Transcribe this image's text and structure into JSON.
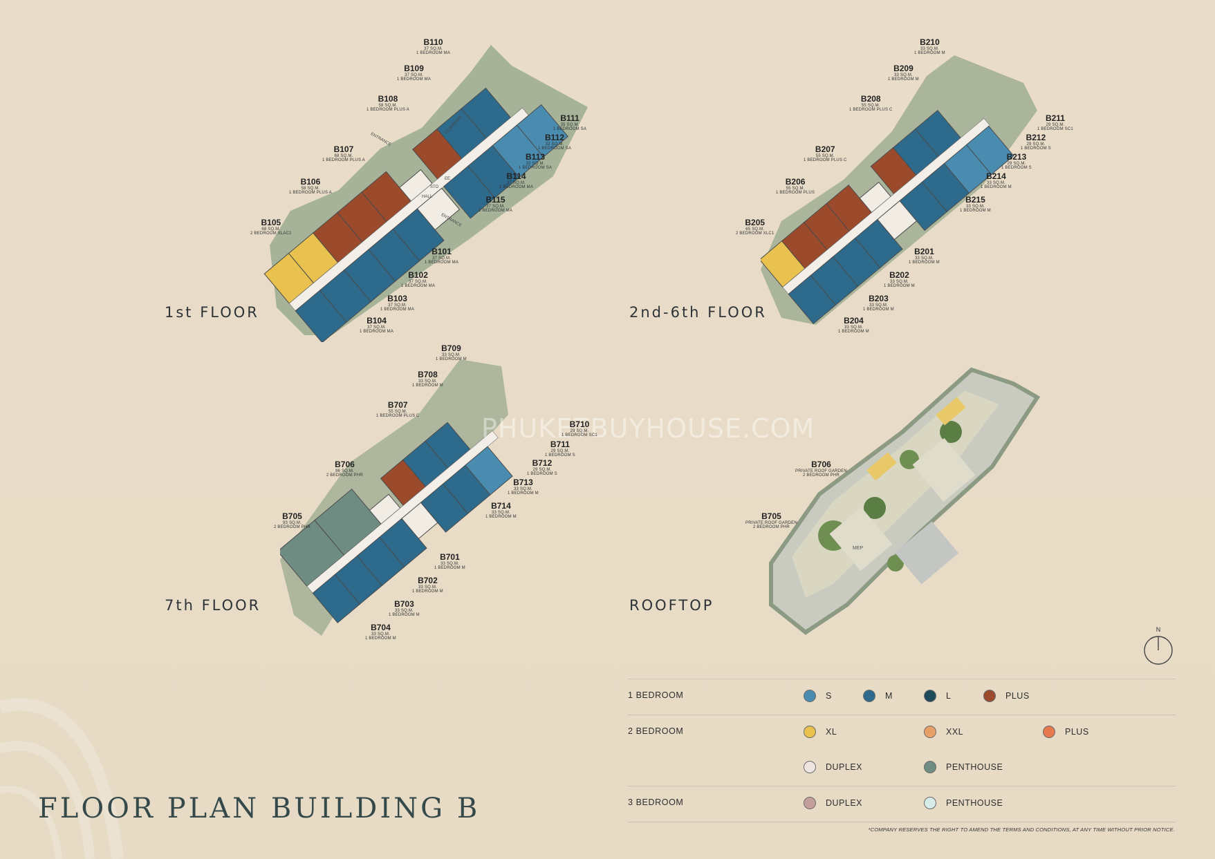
{
  "title": "FLOOR PLAN BUILDING B",
  "watermark": "PHUKETBUYHOUSE.COM",
  "floors": {
    "first": {
      "label": "1st FLOOR",
      "units": [
        {
          "code": "B110",
          "size": "37 SQ.M.",
          "type": "1 BEDROOM MA"
        },
        {
          "code": "B109",
          "size": "37 SQ.M.",
          "type": "1 BEDROOM MA"
        },
        {
          "code": "B108",
          "size": "58 SQ.M.",
          "type": "1 BEDROOM PLUS A"
        },
        {
          "code": "B107",
          "size": "68 SQ.M.",
          "type": "1 BEDROOM PLUS A"
        },
        {
          "code": "B106",
          "size": "58 SQ.M.",
          "type": "1 BEDROOM PLUS A"
        },
        {
          "code": "B105",
          "size": "68 SQ.M.",
          "type": "2 BEDROOM XLAC1"
        },
        {
          "code": "B111",
          "size": "35 SQ.M.",
          "type": "1 BEDROOM SA"
        },
        {
          "code": "B112",
          "size": "32 SQ.M.",
          "type": "1 BEDROOM SA"
        },
        {
          "code": "B113",
          "size": "32 SQ.M.",
          "type": "1 BEDROOM SA"
        },
        {
          "code": "B114",
          "size": "37 SQ.M.",
          "type": "1 BEDROOM MA"
        },
        {
          "code": "B115",
          "size": "37 SQ.M.",
          "type": "1 BEDROOM MA"
        },
        {
          "code": "B101",
          "size": "37 SQ.M.",
          "type": "1 BEDROOM MA"
        },
        {
          "code": "B102",
          "size": "37 SQ.M.",
          "type": "1 BEDROOM MA"
        },
        {
          "code": "B103",
          "size": "37 SQ.M.",
          "type": "1 BEDROOM MA"
        },
        {
          "code": "B104",
          "size": "37 SQ.M.",
          "type": "1 BEDROOM MA"
        }
      ]
    },
    "second": {
      "label": "2nd-6th FLOOR",
      "units": [
        {
          "code": "B210",
          "size": "33 SQ.M.",
          "type": "1 BEDROOM M"
        },
        {
          "code": "B209",
          "size": "33 SQ.M.",
          "type": "1 BEDROOM M"
        },
        {
          "code": "B208",
          "size": "55 SQ.M.",
          "type": "1 BEDROOM PLUS C"
        },
        {
          "code": "B207",
          "size": "55 SQ.M.",
          "type": "1 BEDROOM PLUS C"
        },
        {
          "code": "B206",
          "size": "55 SQ.M.",
          "type": "1 BEDROOM PLUS"
        },
        {
          "code": "B205",
          "size": "65 SQ.M.",
          "type": "2 BEDROOM XLC1"
        },
        {
          "code": "B211",
          "size": "29 SQ.M.",
          "type": "1 BEDROOM SC1"
        },
        {
          "code": "B212",
          "size": "29 SQ.M.",
          "type": "1 BEDROOM S"
        },
        {
          "code": "B213",
          "size": "29 SQ.M.",
          "type": "1 BEDROOM S"
        },
        {
          "code": "B214",
          "size": "33 SQ.M.",
          "type": "1 BEDROOM M"
        },
        {
          "code": "B215",
          "size": "33 SQ.M.",
          "type": "1 BEDROOM M"
        },
        {
          "code": "B201",
          "size": "33 SQ.M.",
          "type": "1 BEDROOM M"
        },
        {
          "code": "B202",
          "size": "33 SQ.M.",
          "type": "1 BEDROOM M"
        },
        {
          "code": "B203",
          "size": "33 SQ.M.",
          "type": "1 BEDROOM M"
        },
        {
          "code": "B204",
          "size": "33 SQ.M.",
          "type": "1 BEDROOM M"
        }
      ]
    },
    "seventh": {
      "label": "7th FLOOR",
      "units": [
        {
          "code": "B709",
          "size": "33 SQ.M.",
          "type": "1 BEDROOM M"
        },
        {
          "code": "B708",
          "size": "33 SQ.M.",
          "type": "1 BEDROOM M"
        },
        {
          "code": "B707",
          "size": "55 SQ.M.",
          "type": "1 BEDROOM PLUS C"
        },
        {
          "code": "B706",
          "size": "96 SQ.M.",
          "type": "2 BEDROOM PHR"
        },
        {
          "code": "B705",
          "size": "93 SQ.M.",
          "type": "2 BEDROOM PHR"
        },
        {
          "code": "B710",
          "size": "29 SQ.M.",
          "type": "1 BEDROOM SC1"
        },
        {
          "code": "B711",
          "size": "29 SQ.M.",
          "type": "1 BEDROOM S"
        },
        {
          "code": "B712",
          "size": "29 SQ.M.",
          "type": "1 BEDROOM S"
        },
        {
          "code": "B713",
          "size": "33 SQ.M.",
          "type": "1 BEDROOM M"
        },
        {
          "code": "B714",
          "size": "33 SQ.M.",
          "type": "1 BEDROOM M"
        },
        {
          "code": "B701",
          "size": "33 SQ.M.",
          "type": "1 BEDROOM M"
        },
        {
          "code": "B702",
          "size": "33 SQ.M.",
          "type": "1 BEDROOM M"
        },
        {
          "code": "B703",
          "size": "33 SQ.M.",
          "type": "1 BEDROOM M"
        },
        {
          "code": "B704",
          "size": "33 SQ.M.",
          "type": "1 BEDROOM M"
        }
      ]
    },
    "rooftop": {
      "label": "ROOFTOP",
      "mep": "MEP",
      "units": [
        {
          "code": "B706",
          "size": "PRIVATE ROOF GARDEN",
          "type": "2 BEDROOM PHR"
        },
        {
          "code": "B705",
          "size": "PRIVATE ROOF GARDEN",
          "type": "2 BEDROOM PHR"
        }
      ]
    }
  },
  "plan_labels": {
    "corridor": "CORRIDOR",
    "entrance": "ENTRANCE",
    "hall": "HALL",
    "sto": "STO",
    "ee": "EE"
  },
  "compass": {
    "label": "N"
  },
  "legend": {
    "rows": [
      {
        "category": "1 BEDROOM",
        "items": [
          {
            "label": "S",
            "color": "#4a8cb0"
          },
          {
            "label": "M",
            "color": "#2e6a8c"
          },
          {
            "label": "L",
            "color": "#1f4a5c"
          },
          {
            "label": "PLUS",
            "color": "#9b4a2c"
          }
        ]
      },
      {
        "category": "2 BEDROOM",
        "items": [
          {
            "label": "XL",
            "color": "#e8c14e"
          },
          {
            "label": "XXL",
            "color": "#e9a066"
          },
          {
            "label": "PLUS",
            "color": "#e67a4e"
          }
        ]
      },
      {
        "category": "",
        "items": [
          {
            "label": "DUPLEX",
            "color": "#efe6e2"
          },
          {
            "label": "PENTHOUSE",
            "color": "#6f8c82"
          }
        ]
      },
      {
        "category": "3 BEDROOM",
        "items": [
          {
            "label": "DUPLEX",
            "color": "#c49e9b"
          },
          {
            "label": "PENTHOUSE",
            "color": "#d6ece8"
          }
        ]
      }
    ]
  },
  "notice": "*COMPANY RESERVES THE RIGHT TO AMEND THE TERMS AND CONDITIONS, AT ANY TIME WITHOUT PRIOR NOTICE.",
  "colors": {
    "background": "#e8dcc8",
    "s": "#4a8cb0",
    "m": "#2e6a8c",
    "plus": "#9b4a2c",
    "xl": "#e8c14e",
    "penthouse": "#6f8c82",
    "landscape": "#9fae94"
  }
}
